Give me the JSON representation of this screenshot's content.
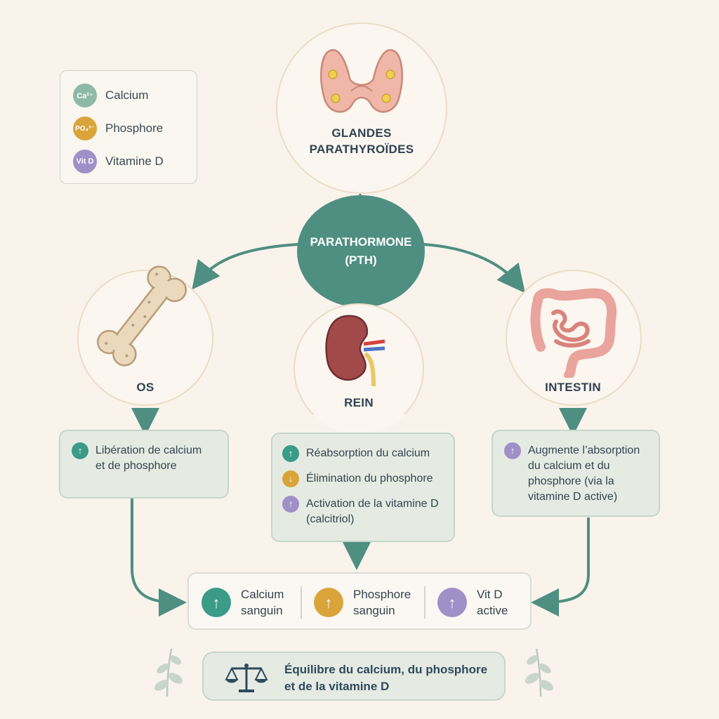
{
  "legend": [
    {
      "badge": "Ca²⁺",
      "label": "Calcium",
      "color": "#8fb8a9"
    },
    {
      "badge": "PO₄³⁻",
      "label": "Phosphore",
      "color": "#d9a43a"
    },
    {
      "badge": "Vit D",
      "label": "Vitamine D",
      "color": "#a090c8"
    }
  ],
  "glands": {
    "line1": "GLANDES",
    "line2": "PARATHYROÏDES"
  },
  "pth": {
    "line1": "PARATHORMONE",
    "line2": "(PTH)"
  },
  "organs": {
    "bone": "OS",
    "kidney": "REIN",
    "intestine": "INTESTIN"
  },
  "bone_box": {
    "line1": "Libération de calcium",
    "line2": "et de phosphore",
    "icon": "up-arrow"
  },
  "kidney_box": {
    "item1": "Réabsorption du calcium",
    "item2": "Élimination du phosphore",
    "item3_line1": "Activation de la vitamine D",
    "item3_line2": "(calcitriol)"
  },
  "intestine_box": {
    "line1": "Augmente l’absorption",
    "line2": "du calcium et du",
    "line3": "phosphore (via la",
    "line4": "vitamine D active)"
  },
  "results": [
    {
      "line1": "Calcium",
      "line2": "sanguin",
      "icon": "up-arrow",
      "color": "#3a9b87"
    },
    {
      "line1": "Phosphore",
      "line2": "sanguin",
      "icon": "up-arrow",
      "color": "#d9a43a"
    },
    {
      "line1": "Vit D",
      "line2": "active",
      "icon": "up-arrow",
      "color": "#a090c8"
    }
  ],
  "footer": {
    "line1": "Équilibre du calcium, du phosphore",
    "line2": "et de la vitamine D",
    "icon": "scale-icon"
  },
  "colors": {
    "accent": "#4e8f81",
    "background": "#f9f3ec"
  }
}
